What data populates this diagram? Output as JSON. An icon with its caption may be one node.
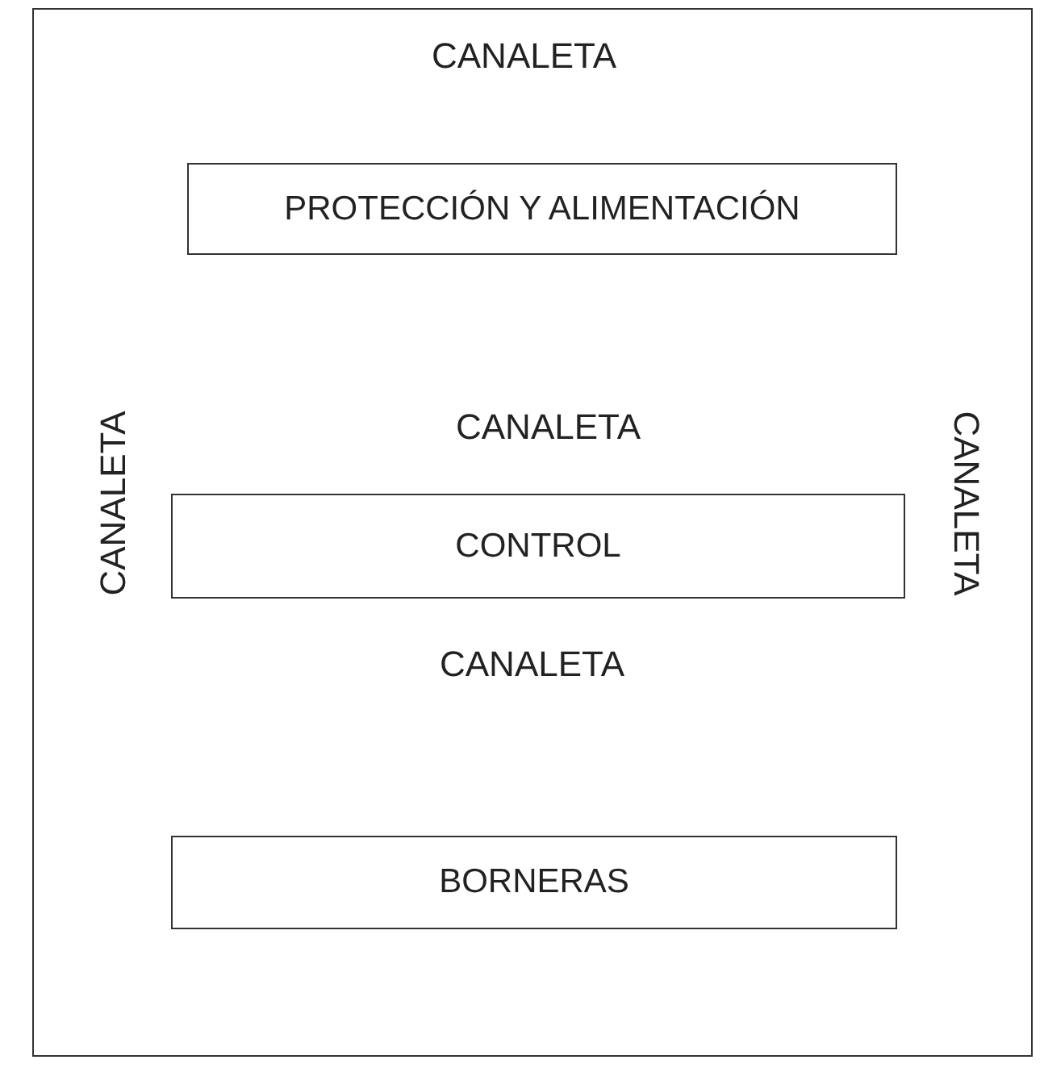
{
  "diagram": {
    "nodes": [
      {
        "text": [],
        "shape": "box"
      },
      {
        "text": [
          "PROTECCIÓN Y ALIMENTACIÓN"
        ],
        "in": 0
      },
      {
        "text": [
          "CONTROL"
        ],
        "in": 0
      },
      {
        "text": [
          "BORNERAS"
        ],
        "in": 0
      }
    ],
    "edges": [],
    "labels": [
      "CANALETA",
      "CANALETA",
      "CANALETA",
      "CANALETA",
      "CANALETA"
    ]
  }
}
